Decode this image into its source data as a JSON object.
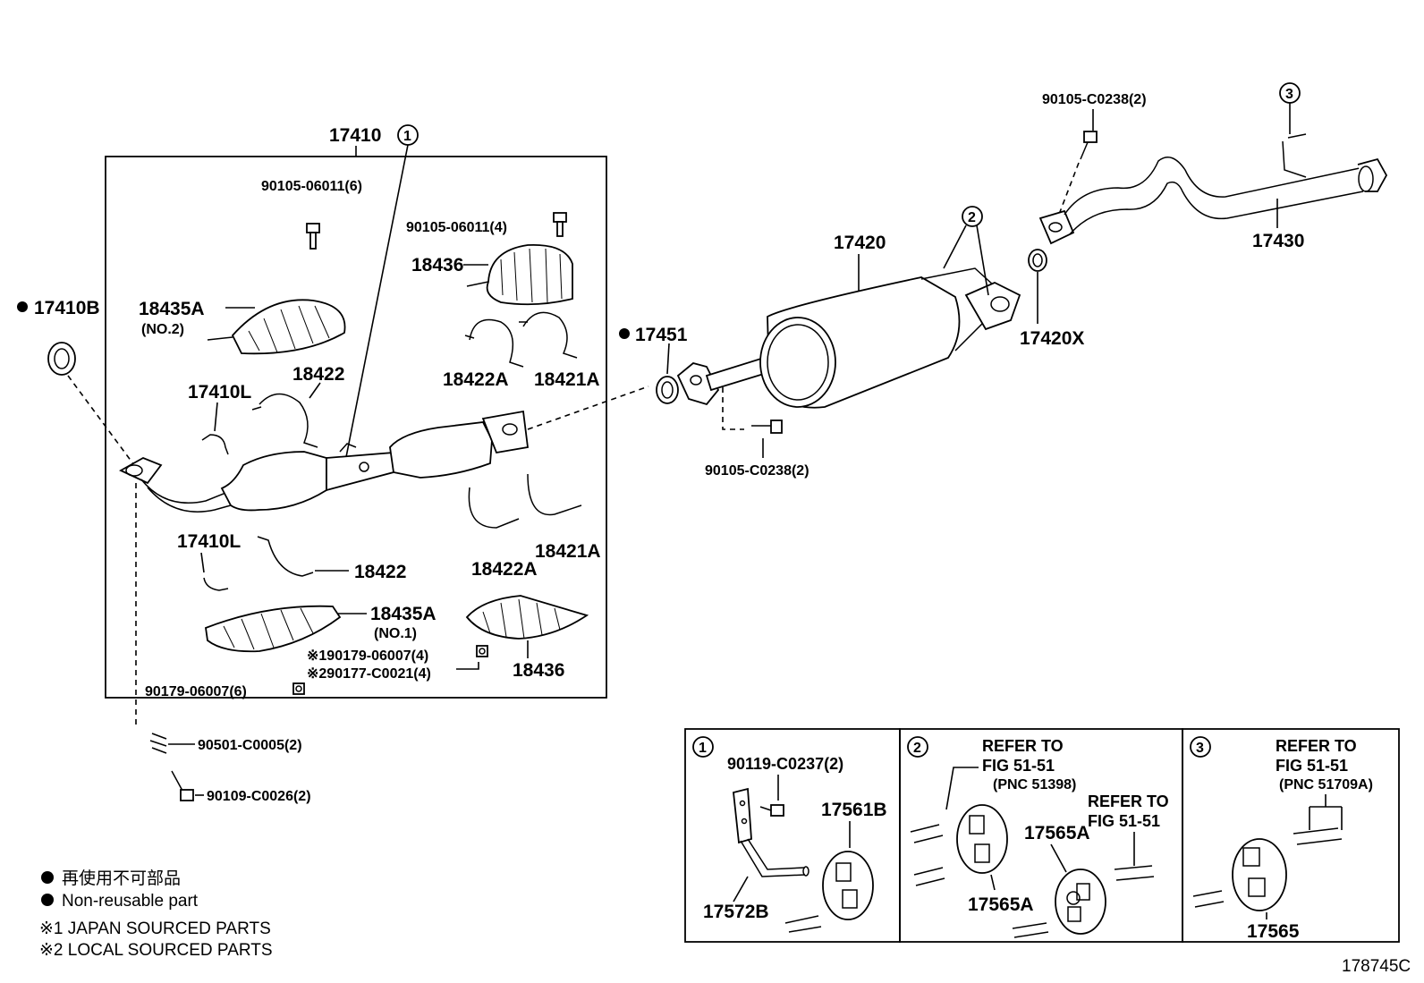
{
  "labels": {
    "p17410": "17410",
    "p17410B": "17410B",
    "p90105_06011_6": "90105-06011(6)",
    "p90105_06011_4": "90105-06011(4)",
    "p18436_top": "18436",
    "p18435A_top": "18435A",
    "no2": "(NO.2)",
    "p18422_top": "18422",
    "p17410L_top": "17410L",
    "p18422A_top": "18422A",
    "p18421A_top": "18421A",
    "p17410L_bot": "17410L",
    "p18422_bot": "18422",
    "p18422A_bot": "18422A",
    "p18421A_bot": "18421A",
    "p18435A_bot": "18435A",
    "no1": "(NO.1)",
    "p90179_06007_4": "※190179-06007(4)",
    "p90177_C0021_4": "※290177-C0021(4)",
    "p18436_bot": "18436",
    "p90179_06007_6": "90179-06007(6)",
    "p90501": "90501-C0005(2)",
    "p90109": "90109-C0026(2)",
    "p17451": "17451",
    "p90105_C0238_mid": "90105-C0238(2)",
    "p17420": "17420",
    "p17420X": "17420X",
    "p90105_C0238_top": "90105-C0238(2)",
    "p17430": "17430",
    "p90119": "90119-C0237(2)",
    "p17561B": "17561B",
    "p17572B": "17572B",
    "p17565A_a": "17565A",
    "p17565A_b": "17565A",
    "p17565": "17565",
    "ref2_line1": "REFER TO",
    "ref2_line2": "FIG 51-51",
    "ref2_line3": "(PNC 51398)",
    "ref2b_line1": "REFER TO",
    "ref2b_line2": "FIG 51-51",
    "ref3_line1": "REFER TO",
    "ref3_line2": "FIG 51-51",
    "ref3_line3": "(PNC 51709A)",
    "diagram_id": "178745C"
  },
  "callouts": {
    "c1": "1",
    "c2": "2",
    "c3": "3"
  },
  "legend": {
    "jp_nonreusable": "再使用不可部品",
    "en_nonreusable": "Non-reusable part",
    "note1": "※1 JAPAN SOURCED PARTS",
    "note2": "※2 LOCAL SOURCED PARTS"
  }
}
